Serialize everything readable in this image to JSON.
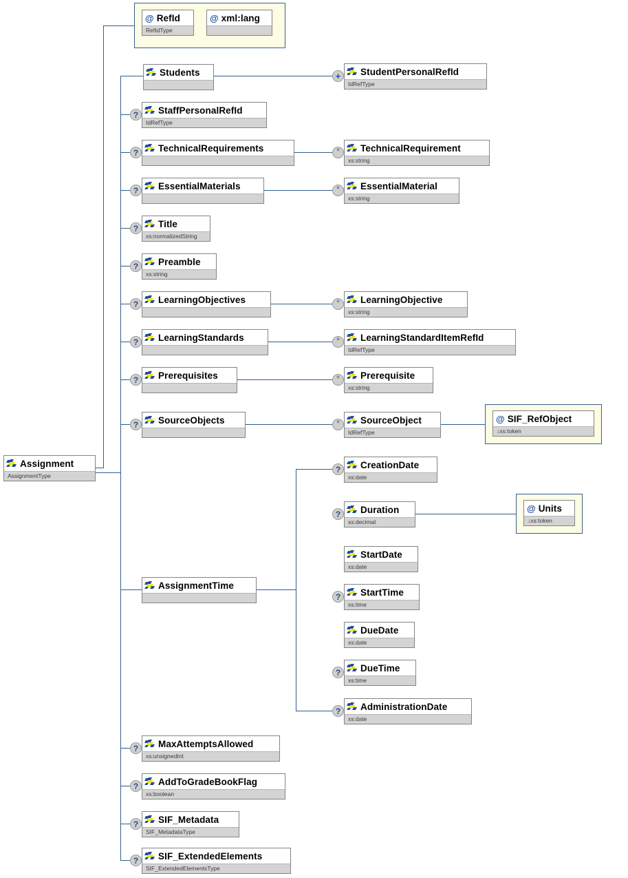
{
  "diagram": {
    "title": "Assignment XSD element tree",
    "colors": {
      "box_border": "#848484",
      "type_band": "#d4d4d4",
      "connector": "#2f5d8f",
      "attr_frame_border": "#3a5f8f",
      "attr_frame_fill": "#fdfce4",
      "marker_fill": "#cfcfcf",
      "icon_blue": "#1c4f9c",
      "icon_yellow": "#ffe400"
    },
    "markers": {
      "optional": "?",
      "one_or_more": "+",
      "zero_or_more": "*"
    }
  },
  "root": {
    "name": "Assignment",
    "type": "AssignmentType",
    "icon": "element-sparkle-icon",
    "marker": ""
  },
  "attribute_group": {
    "name": "assignment-attributes",
    "attributes": [
      {
        "name": "RefId",
        "type": "RefIdType",
        "icon": "at-sign-icon"
      },
      {
        "name": "xml:lang",
        "type": "",
        "icon": "at-sign-icon"
      }
    ]
  },
  "children": [
    {
      "name": "Students",
      "type": "",
      "marker": "",
      "icon": "element-sparkle-icon"
    },
    {
      "name": "StaffPersonalRefId",
      "type": "IdRefType",
      "marker": "?",
      "icon": "element-sparkle-icon"
    },
    {
      "name": "TechnicalRequirements",
      "type": "",
      "marker": "?",
      "icon": "element-sparkle-icon"
    },
    {
      "name": "EssentialMaterials",
      "type": "",
      "marker": "?",
      "icon": "element-sparkle-icon"
    },
    {
      "name": "Title",
      "type": "xs:normalizedString",
      "marker": "?",
      "icon": "element-sparkle-icon"
    },
    {
      "name": "Preamble",
      "type": "xs:string",
      "marker": "?",
      "icon": "element-sparkle-icon"
    },
    {
      "name": "LearningObjectives",
      "type": "",
      "marker": "?",
      "icon": "element-sparkle-icon"
    },
    {
      "name": "LearningStandards",
      "type": "",
      "marker": "?",
      "icon": "element-sparkle-icon"
    },
    {
      "name": "Prerequisites",
      "type": "",
      "marker": "?",
      "icon": "element-sparkle-icon"
    },
    {
      "name": "SourceObjects",
      "type": "",
      "marker": "?",
      "icon": "element-sparkle-icon"
    },
    {
      "name": "AssignmentTime",
      "type": "",
      "marker": "",
      "icon": "element-sparkle-icon"
    },
    {
      "name": "MaxAttemptsAllowed",
      "type": "xs:unsignedInt",
      "marker": "?",
      "icon": "element-sparkle-icon"
    },
    {
      "name": "AddToGradeBookFlag",
      "type": "xs:boolean",
      "marker": "?",
      "icon": "element-sparkle-icon"
    },
    {
      "name": "SIF_Metadata",
      "type": "SIF_MetadataType",
      "marker": "?",
      "icon": "element-sparkle-icon"
    },
    {
      "name": "SIF_ExtendedElements",
      "type": "SIF_ExtendedElementsType",
      "marker": "?",
      "icon": "element-sparkle-icon"
    }
  ],
  "grandchildren": [
    {
      "name": "StudentPersonalRefId",
      "type": "IdRefType",
      "marker": "+",
      "icon": "element-sparkle-icon",
      "parent": "Students"
    },
    {
      "name": "TechnicalRequirement",
      "type": "xs:string",
      "marker": "*",
      "icon": "element-sparkle-icon",
      "parent": "TechnicalRequirements"
    },
    {
      "name": "EssentialMaterial",
      "type": "xs:string",
      "marker": "*",
      "icon": "element-sparkle-icon",
      "parent": "EssentialMaterials"
    },
    {
      "name": "LearningObjective",
      "type": "xs:string",
      "marker": "*",
      "icon": "element-sparkle-icon",
      "parent": "LearningObjectives"
    },
    {
      "name": "LearningStandardItemRefId",
      "type": "IdRefType",
      "marker": "*",
      "icon": "element-sparkle-icon",
      "parent": "LearningStandards"
    },
    {
      "name": "Prerequisite",
      "type": "xs:string",
      "marker": "*",
      "icon": "element-sparkle-icon",
      "parent": "Prerequisites"
    },
    {
      "name": "SourceObject",
      "type": "IdRefType",
      "marker": "*",
      "icon": "element-sparkle-icon",
      "parent": "SourceObjects"
    }
  ],
  "assignment_time_children": [
    {
      "name": "CreationDate",
      "type": "xs:date",
      "marker": "?",
      "icon": "element-sparkle-icon"
    },
    {
      "name": "Duration",
      "type": "xs:decimal",
      "marker": "?",
      "icon": "element-sparkle-icon"
    },
    {
      "name": "StartDate",
      "type": "xs:date",
      "marker": "",
      "icon": "element-sparkle-icon"
    },
    {
      "name": "StartTime",
      "type": "xs:time",
      "marker": "?",
      "icon": "element-sparkle-icon"
    },
    {
      "name": "DueDate",
      "type": "xs:date",
      "marker": "",
      "icon": "element-sparkle-icon"
    },
    {
      "name": "DueTime",
      "type": "xs:time",
      "marker": "?",
      "icon": "element-sparkle-icon"
    },
    {
      "name": "AdministrationDate",
      "type": "xs:date",
      "marker": "?",
      "icon": "element-sparkle-icon"
    }
  ],
  "leaf_attributes": [
    {
      "name": "SIF_RefObject",
      "type": "↓xs:token",
      "icon": "at-sign-icon",
      "parent": "SourceObject"
    },
    {
      "name": "Units",
      "type": "↓xs:token",
      "icon": "at-sign-icon",
      "parent": "Duration"
    }
  ]
}
